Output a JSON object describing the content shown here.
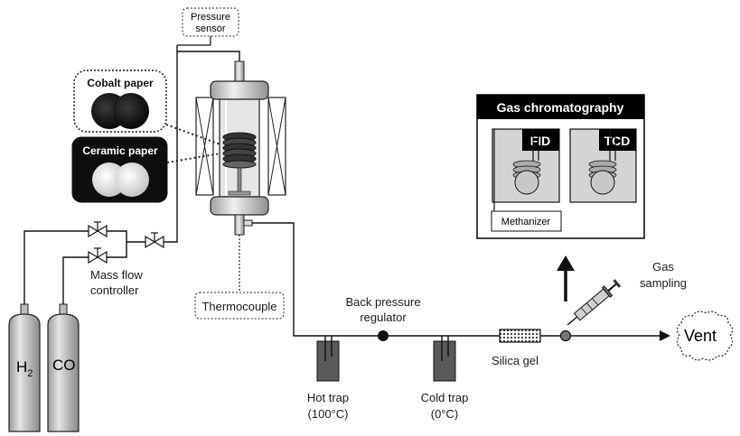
{
  "labels": {
    "pressure_sensor_1": "Pressure",
    "pressure_sensor_2": "sensor",
    "cobalt_paper": "Cobalt paper",
    "ceramic_paper": "Ceramic paper",
    "mass_flow_1": "Mass flow",
    "mass_flow_2": "controller",
    "h2_main": "H",
    "h2_sub": "2",
    "co": "CO",
    "thermocouple": "Thermocouple",
    "back_pressure_1": "Back pressure",
    "back_pressure_2": "regulator",
    "hot_trap_1": "Hot trap",
    "hot_trap_2": "(100°C)",
    "cold_trap_1": "Cold trap",
    "cold_trap_2": "(0°C)",
    "silica_gel": "Silica gel",
    "gas_sampling_1": "Gas",
    "gas_sampling_2": "sampling",
    "vent": "Vent",
    "gc_title": "Gas chromatography",
    "fid": "FID",
    "tcd": "TCD",
    "methanizer": "Methanizer"
  },
  "colors": {
    "ink": "#111111",
    "trap_fill": "#555555",
    "paper_dark": "#1a1a1a",
    "ceramic_bg": "#111111",
    "ceramic_disc": "#e6e6e6",
    "gc_header": "#000000",
    "detector_fill": "#cfcfcf",
    "reactor_glass": "#d9d9d9"
  }
}
